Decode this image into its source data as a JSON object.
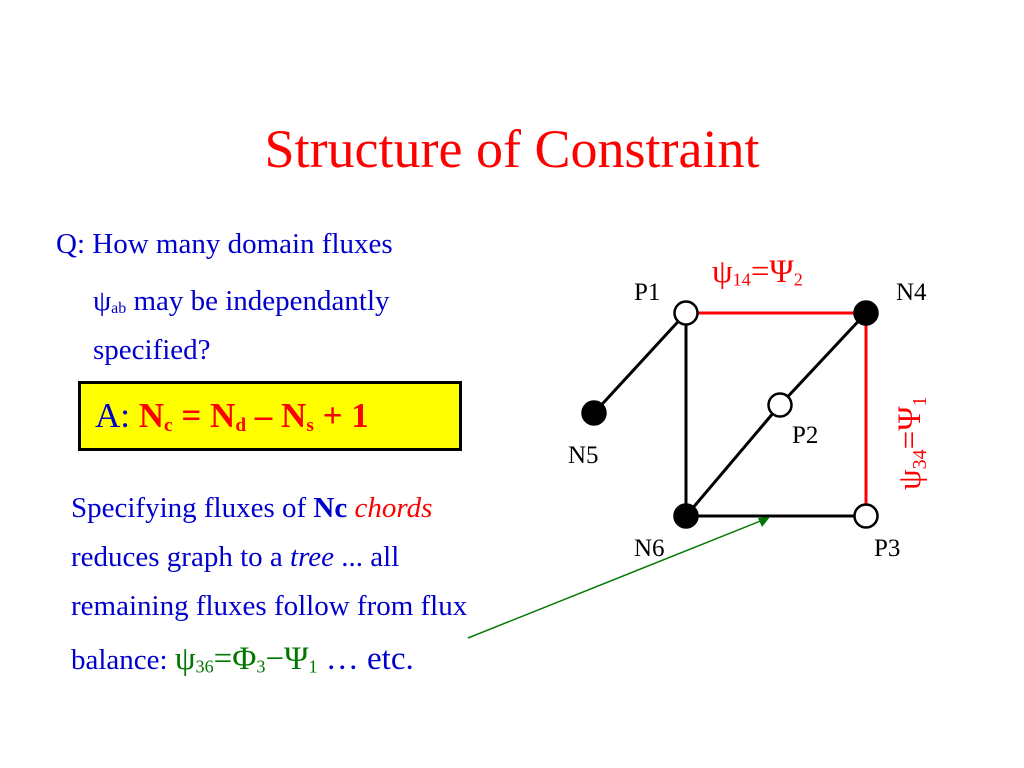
{
  "title": "Structure of Constraint",
  "question": {
    "line1": "Q: How many domain fluxes",
    "psi_symbol": "ψ",
    "psi_subscript": "ab",
    "line2_rest": " may be independantly",
    "line3": "specified?"
  },
  "answer": {
    "prefix": "A: ",
    "n1": "N",
    "n1_sub": "c",
    "eq": " = N",
    "n2_sub": "d",
    "minus": " – N",
    "n3_sub": "s",
    "plus": " + 1"
  },
  "body": {
    "l1_a": "Specifying fluxes of ",
    "l1_nc": "Nc",
    "l1_chords": "chords",
    "l2_a": "reduces graph to a ",
    "l2_tree": "tree",
    "l2_b": " ... all",
    "l3": "remaining fluxes follow from flux",
    "l4_a": "balance:  ",
    "eq_psi": "ψ",
    "eq_psi_sub": "36",
    "eq_mid": "=Φ",
    "eq_phi_sub": "3",
    "eq_minus": "−Ψ",
    "eq_psi1_sub": "1",
    "etc": " … etc."
  },
  "graph": {
    "nodes": [
      {
        "id": "P1",
        "label": "P1",
        "filled": false
      },
      {
        "id": "N4",
        "label": "N4",
        "filled": true
      },
      {
        "id": "N5",
        "label": "N5",
        "filled": true
      },
      {
        "id": "P2",
        "label": "P2",
        "filled": false
      },
      {
        "id": "N6",
        "label": "N6",
        "filled": true
      },
      {
        "id": "P3",
        "label": "P3",
        "filled": false
      }
    ],
    "edges": [
      {
        "from": "P1",
        "to": "N4",
        "chord": true
      },
      {
        "from": "N4",
        "to": "P3",
        "chord": true
      },
      {
        "from": "P1",
        "to": "N5",
        "chord": false
      },
      {
        "from": "P1",
        "to": "N6",
        "chord": false
      },
      {
        "from": "N4",
        "to": "P2",
        "chord": false
      },
      {
        "from": "P2",
        "to": "N6",
        "chord": false
      },
      {
        "from": "N6",
        "to": "P3",
        "chord": false
      }
    ],
    "top_label": {
      "psi": "ψ",
      "sub": "14",
      "eq": "=Ψ",
      "sub2": "2"
    },
    "side_label": {
      "psi": "ψ",
      "sub": "34",
      "eq": "=Ψ",
      "sub2": "1"
    }
  },
  "colors": {
    "title": "#ff0000",
    "text": "#0000cc",
    "answer_box": "#ffff00",
    "chord_edge": "#ff0000",
    "tree_edge": "#000000",
    "equation": "#007700",
    "arrow": "#007700"
  }
}
